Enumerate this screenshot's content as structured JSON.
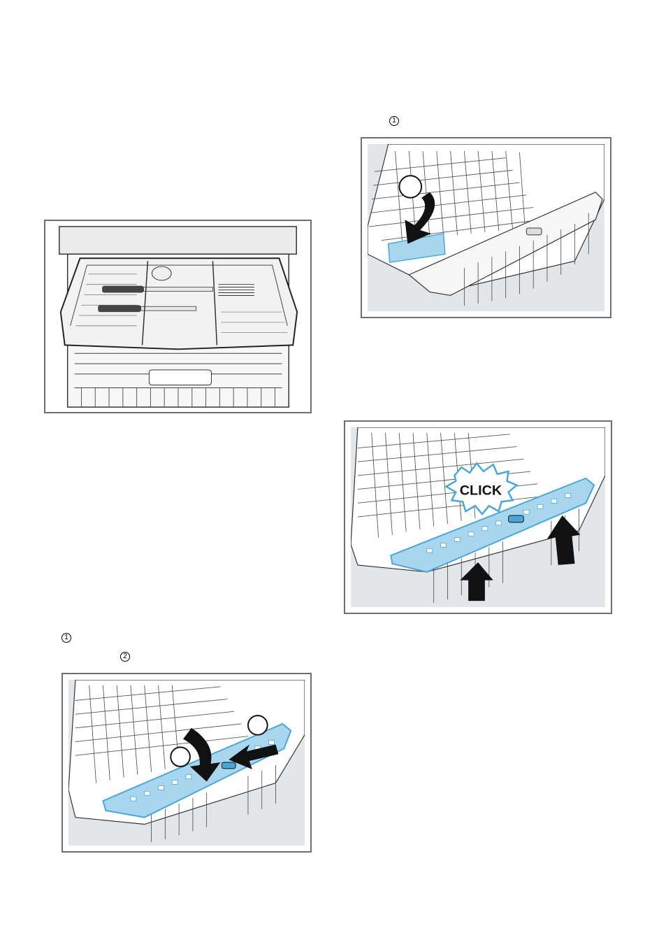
{
  "callouts": {
    "top_right_step": "1",
    "bottom_left_step_a": "1",
    "bottom_left_step_b": "2"
  },
  "figures": {
    "click_label": "CLICK",
    "bubble_1": "",
    "bubble_2": ""
  },
  "colors": {
    "frame": "#6f6f6f",
    "panel_bg": "#e3e6e8",
    "accent_blue": "#4aa6d6",
    "accent_blue_light": "#a9d6ef",
    "arrow": "#111111"
  }
}
